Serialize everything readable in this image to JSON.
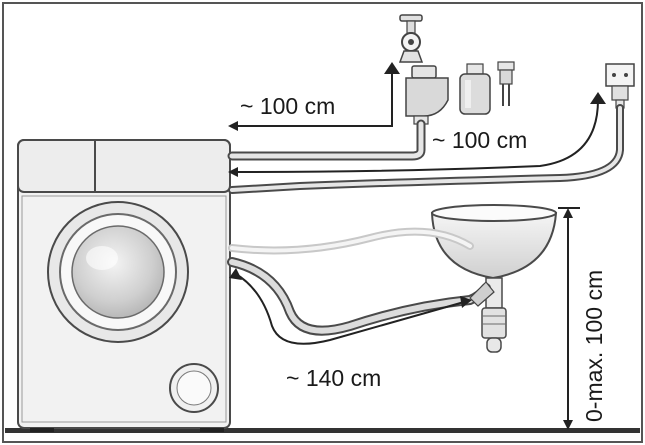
{
  "labels": {
    "inlet_hose_length": "~ 100 cm",
    "power_cable_length": "~ 100 cm",
    "drain_hose_length": "~ 140 cm",
    "drain_height": "0-max. 100 cm"
  },
  "colors": {
    "outline": "#4a4a4a",
    "machine_fill": "#f2f2f2",
    "hose_fill": "#e6e6e6",
    "porthole_glass": "#d4d4d4",
    "floor": "#333333"
  },
  "icons": [
    "water-tap-icon",
    "aquastop-valve-icon",
    "hose-adapter-icon",
    "hose-connector-icon",
    "power-socket-icon",
    "sink-icon",
    "washing-machine-icon"
  ]
}
